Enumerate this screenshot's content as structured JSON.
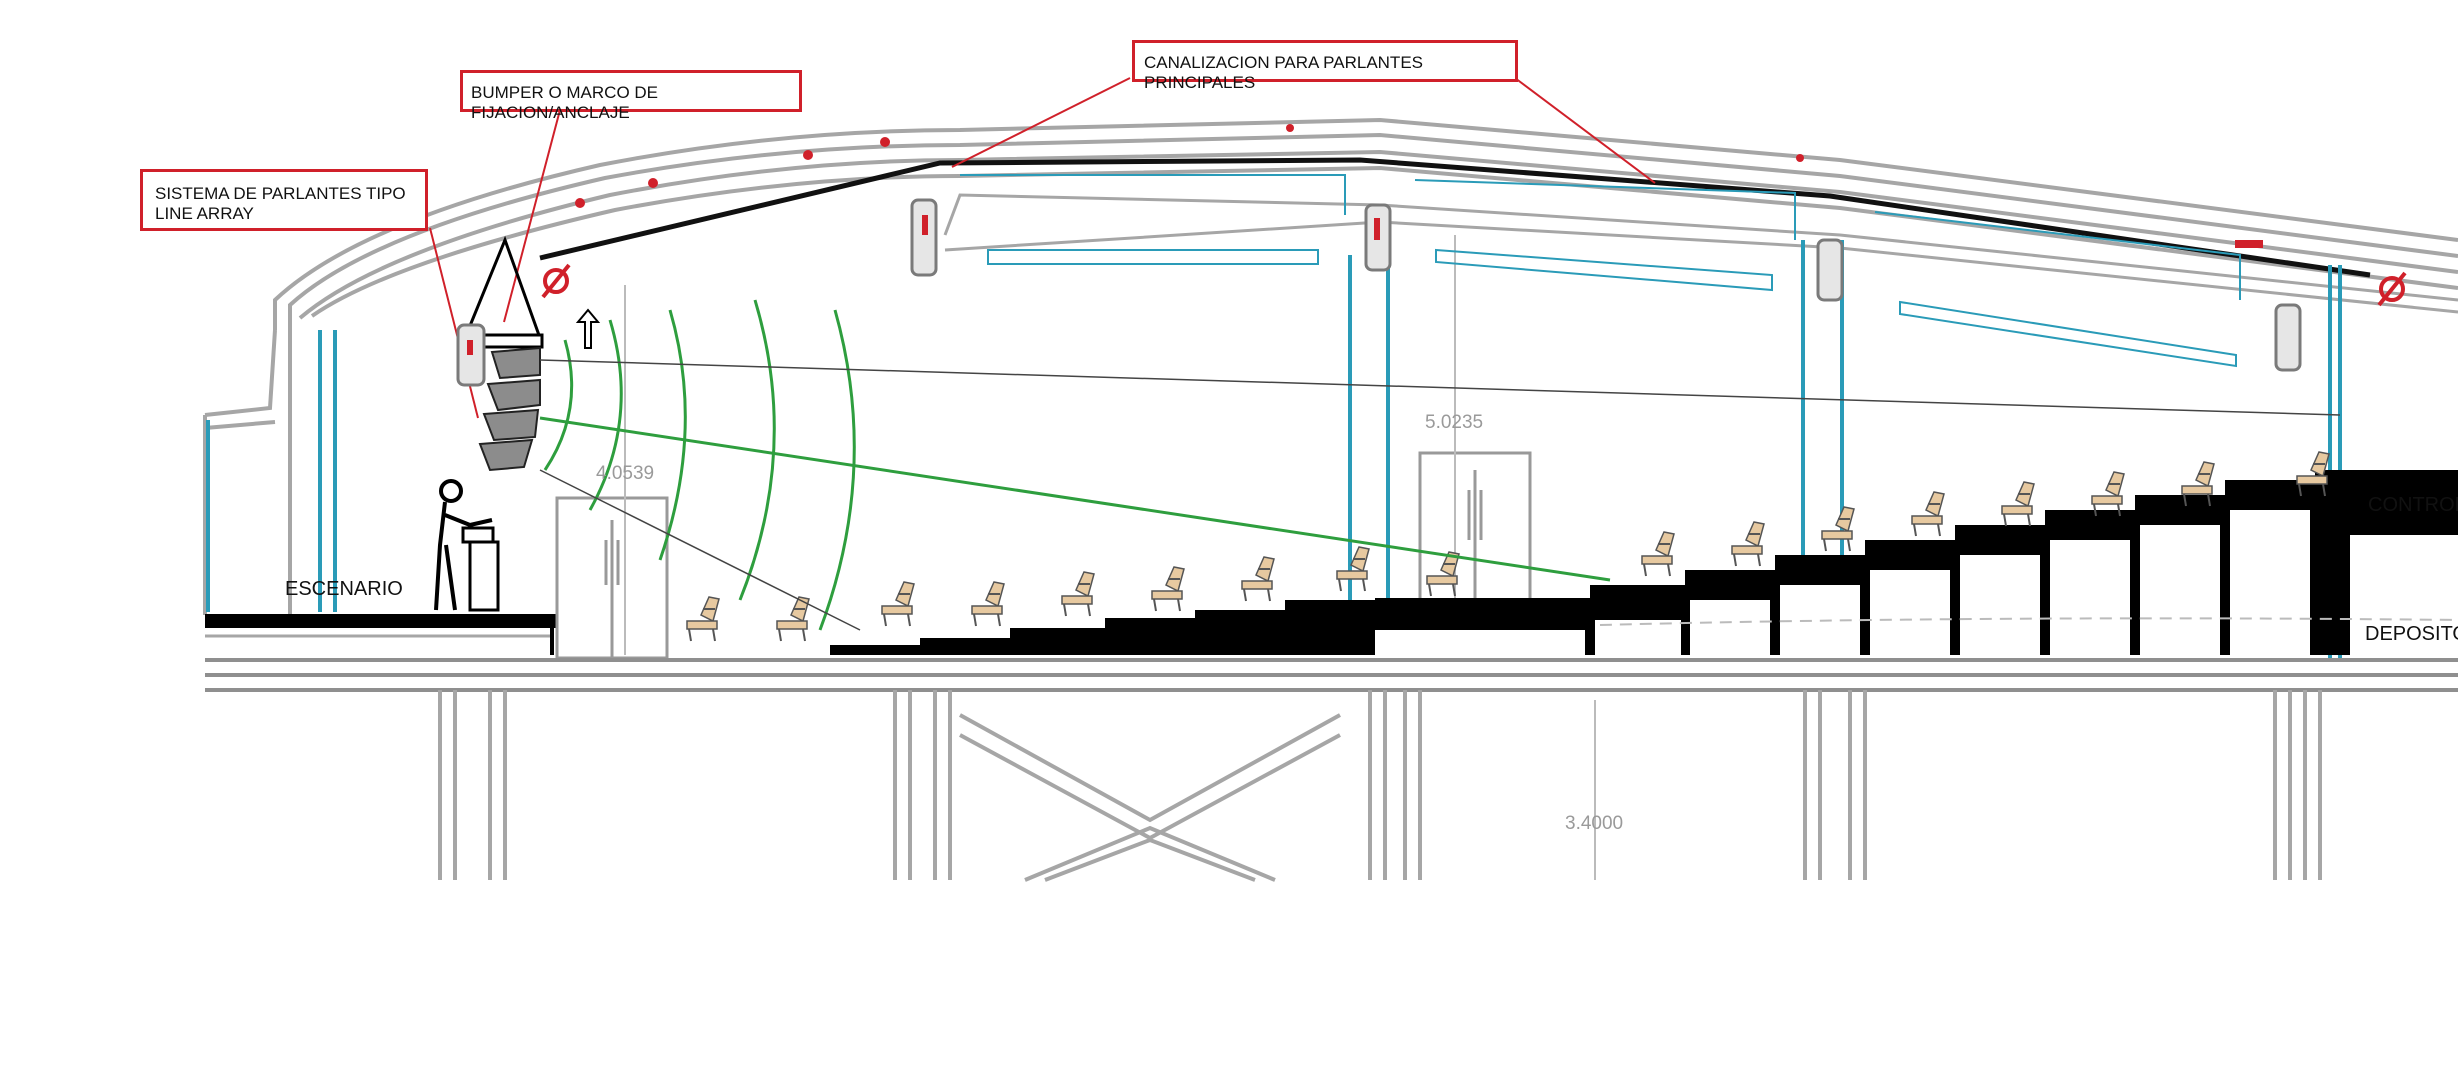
{
  "callouts": {
    "line_array": "SISTEMA DE PARLANTES TIPO LINE ARRAY",
    "bumper": "BUMPER O MARCO DE FIJACION/ANCLAJE",
    "canalizacion": "CANALIZACION PARA PARLANTES PRINCIPALES"
  },
  "rooms": {
    "escenario": "ESCENARIO",
    "control": "CONTROL",
    "deposito": "DEPOSITO"
  },
  "dimensions": {
    "dim_stage_height": "4.0539",
    "dim_hall_height": "5.0235",
    "dim_lower_level": "3.4000"
  },
  "colors": {
    "callout_border": "#d0202a",
    "structure": "#a6a6a6",
    "sound_waves": "#2e9e3e",
    "columns": "#2a9bb8",
    "canalizacion": "#111111"
  }
}
